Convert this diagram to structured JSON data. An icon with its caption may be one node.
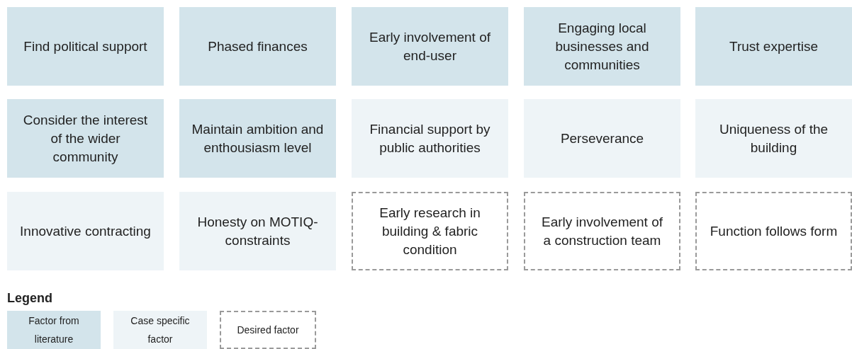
{
  "diagram": {
    "nodes": [
      {
        "text": [
          "Find political support"
        ]
      },
      {
        "text": [
          "Phased finances"
        ]
      },
      {
        "text": [
          "Early involvement of end-user"
        ]
      },
      {
        "text": [
          "Engaging local businesses and communities"
        ]
      },
      {
        "text": [
          "Trust expertise"
        ]
      },
      {
        "text": [
          "Consider the interest of the wider community"
        ]
      },
      {
        "text": [
          "Maintain ambition and enthousiasm level"
        ]
      },
      {
        "text": [
          "Financial support by public authorities"
        ]
      },
      {
        "text": [
          "Perseverance"
        ]
      },
      {
        "text": [
          "Uniqueness of the building"
        ]
      },
      {
        "text": [
          "Innovative contracting"
        ]
      },
      {
        "text": [
          "Honesty on MOTIQ-constraints"
        ]
      },
      {
        "text": [
          "Early research in building & fabric condition"
        ]
      },
      {
        "text": [
          "Early involvement of a construction team"
        ]
      },
      {
        "text": [
          "Function follows form"
        ]
      }
    ],
    "labels": [
      "Legend"
    ],
    "legend": [
      {
        "text": "Factor from literature",
        "color": "#d3e4eb"
      },
      {
        "text": "Case specific factor",
        "color": "#eef4f7"
      },
      {
        "text": "Desired factor"
      }
    ]
  }
}
